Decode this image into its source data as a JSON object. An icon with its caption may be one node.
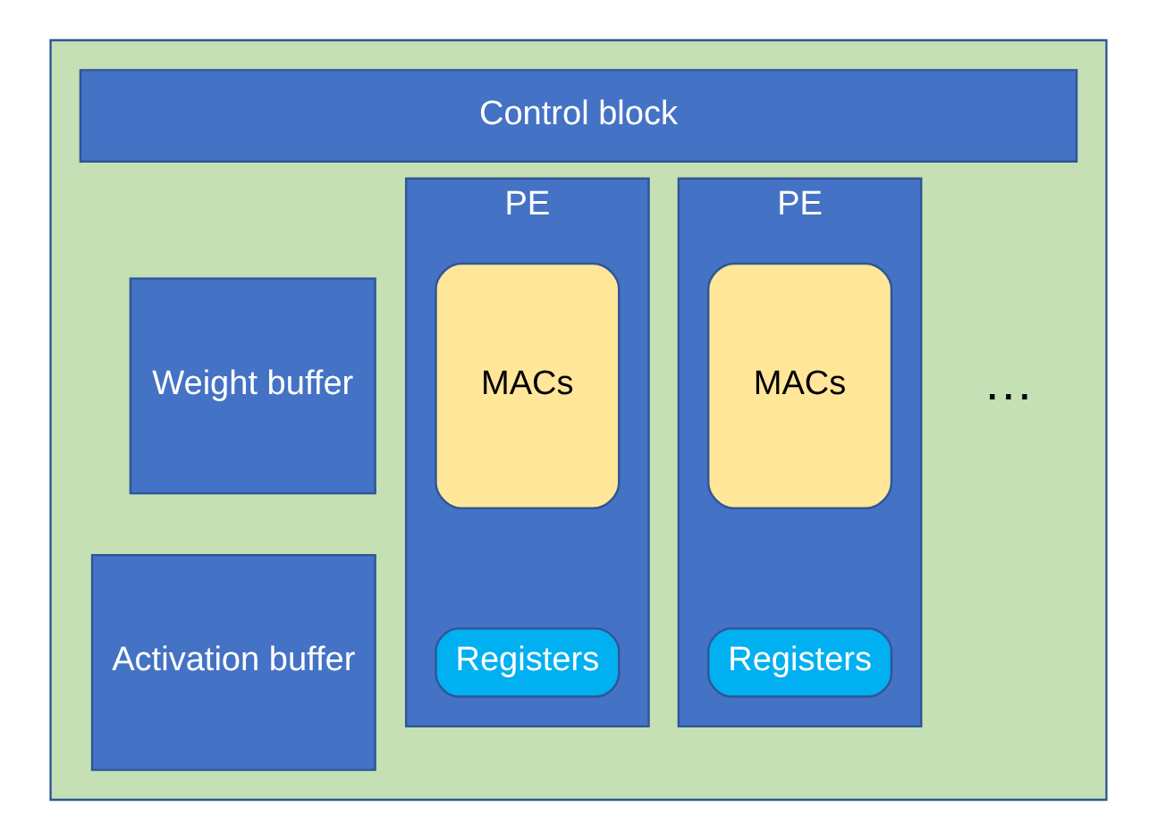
{
  "diagram": {
    "nodes": [
      {
        "text": [],
        "shape": "box"
      },
      {
        "text": [
          "Control block"
        ],
        "in": 0
      },
      {
        "text": [
          "Weight buffer"
        ],
        "in": 0
      },
      {
        "text": [
          "Activation buffer"
        ],
        "in": 0
      },
      {
        "text": [
          "PE"
        ],
        "in": 0
      },
      {
        "text": [
          "MACs"
        ],
        "in": 4
      },
      {
        "text": [
          "Registers"
        ],
        "in": 4
      },
      {
        "text": [
          "PE"
        ],
        "in": 0
      },
      {
        "text": [
          "MACs"
        ],
        "in": 7
      },
      {
        "text": [
          "Registers"
        ],
        "in": 7
      }
    ],
    "edges": [],
    "labels": [
      "…"
    ]
  }
}
